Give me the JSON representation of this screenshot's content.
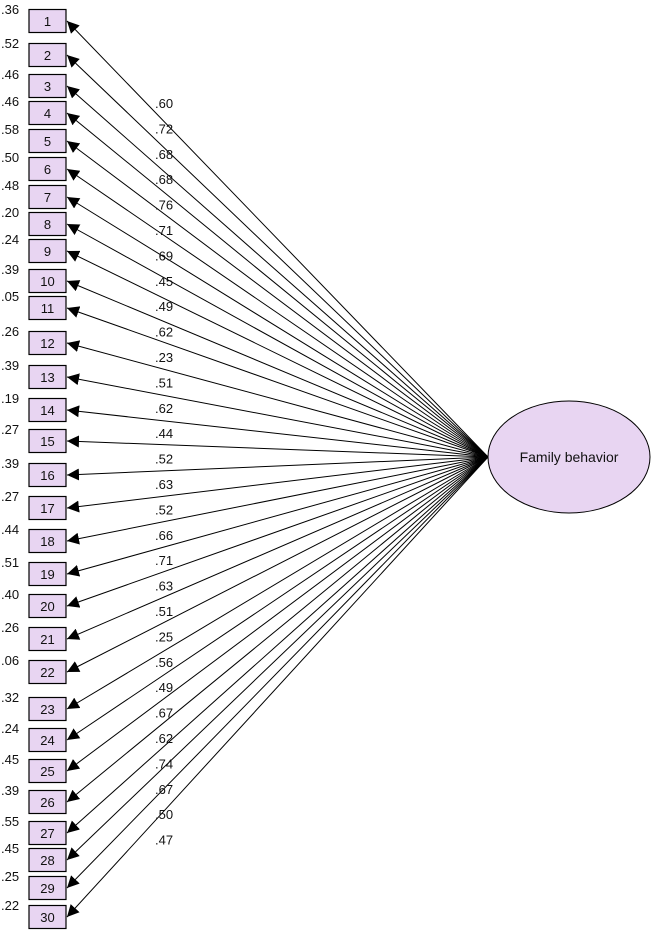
{
  "diagram": {
    "factor": {
      "label": "Family behavior",
      "fill": "#e8d5f2",
      "stroke": "#000000"
    },
    "item_fill": "#e8d5f2",
    "item_stroke": "#000000",
    "arrow_color": "#000000",
    "items": [
      {
        "label": "1",
        "r2": ".36",
        "loading": ".60"
      },
      {
        "label": "2",
        "r2": ".52",
        "loading": ".72"
      },
      {
        "label": "3",
        "r2": ".46",
        "loading": ".68"
      },
      {
        "label": "4",
        "r2": ".46",
        "loading": ".68"
      },
      {
        "label": "5",
        "r2": ".58",
        "loading": ".76"
      },
      {
        "label": "6",
        "r2": ".50",
        "loading": ".71"
      },
      {
        "label": "7",
        "r2": ".48",
        "loading": ".69"
      },
      {
        "label": "8",
        "r2": ".20",
        "loading": ".45"
      },
      {
        "label": "9",
        "r2": ".24",
        "loading": ".49"
      },
      {
        "label": "10",
        "r2": ".39",
        "loading": ".62"
      },
      {
        "label": "11",
        "r2": ".05",
        "loading": ".23"
      },
      {
        "label": "12",
        "r2": ".26",
        "loading": ".51"
      },
      {
        "label": "13",
        "r2": ".39",
        "loading": ".62"
      },
      {
        "label": "14",
        "r2": ".19",
        "loading": ".44"
      },
      {
        "label": "15",
        "r2": ".27",
        "loading": ".52"
      },
      {
        "label": "16",
        "r2": ".39",
        "loading": ".63"
      },
      {
        "label": "17",
        "r2": ".27",
        "loading": ".52"
      },
      {
        "label": "18",
        "r2": ".44",
        "loading": ".66"
      },
      {
        "label": "19",
        "r2": ".51",
        "loading": ".71"
      },
      {
        "label": "20",
        "r2": ".40",
        "loading": ".63"
      },
      {
        "label": "21",
        "r2": ".26",
        "loading": ".51"
      },
      {
        "label": "22",
        "r2": ".06",
        "loading": ".25"
      },
      {
        "label": "23",
        "r2": ".32",
        "loading": ".56"
      },
      {
        "label": "24",
        "r2": ".24",
        "loading": ".49"
      },
      {
        "label": "25",
        "r2": ".45",
        "loading": ".67"
      },
      {
        "label": "26",
        "r2": ".39",
        "loading": ".62"
      },
      {
        "label": "27",
        "r2": ".55",
        "loading": ".74"
      },
      {
        "label": "28",
        "r2": ".45",
        "loading": ".67"
      },
      {
        "label": "29",
        "r2": ".25",
        "loading": ".50"
      },
      {
        "label": "30",
        "r2": ".22",
        "loading": ".47"
      }
    ]
  }
}
